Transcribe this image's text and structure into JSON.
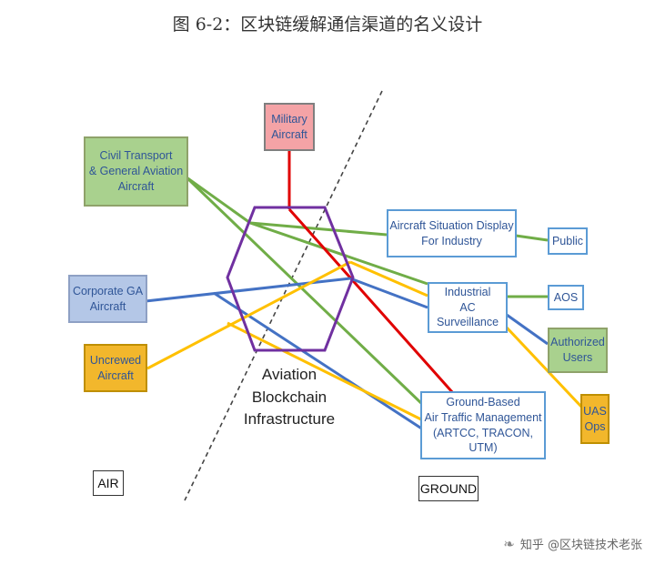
{
  "caption": "图 6-2：区块链缓解通信渠道的名义设计",
  "nodes": {
    "military": "Military\nAircraft",
    "civil": "Civil Transport\n& General Aviation\nAircraft",
    "corporate": "Corporate GA\nAircraft",
    "uncrewed": "Uncrewed\nAircraft",
    "situation": "Aircraft Situation Display\nFor Industry",
    "public": "Public",
    "industrial": "Industrial\nAC Surveillance",
    "aos": "AOS",
    "authorized": "Authorized\nUsers",
    "uas": "UAS\nOps",
    "ground_atm": "Ground-Based\nAir Traffic Management\n(ARTCC, TRACON, UTM)",
    "air": "AIR",
    "ground": "GROUND"
  },
  "center_label": "Aviation\nBlockchain\nInfrastructure",
  "watermark": "知乎 @区块链技术老张",
  "colors": {
    "green": "#70ad47",
    "red": "#e00000",
    "blue": "#4472c4",
    "gold": "#ffc000",
    "hexagon": "#7030a0"
  }
}
